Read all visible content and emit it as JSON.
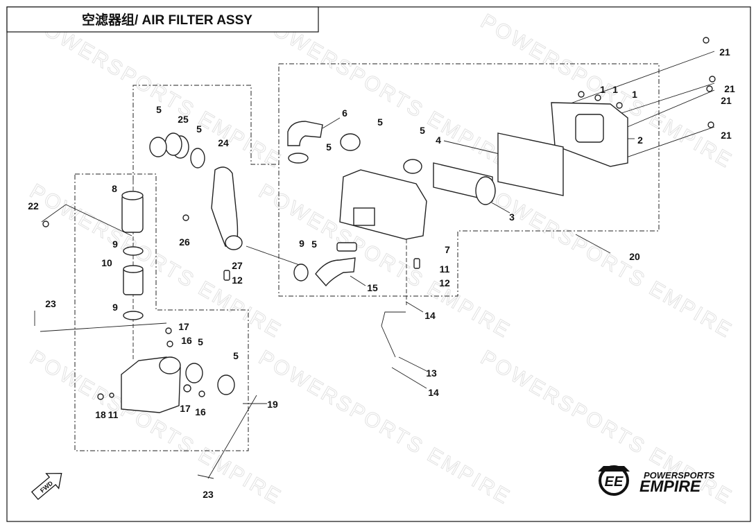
{
  "title": "空滤器组/ AIR FILTER ASSY",
  "watermark": "POWERSPORTS EMPIRE",
  "logo": {
    "line1": "POWERSPORTS",
    "line2": "EMPIRE"
  },
  "fwd_label": "FWD",
  "callouts": [
    "21",
    "1",
    "1",
    "1",
    "21",
    "21",
    "2",
    "21",
    "6",
    "5",
    "5",
    "25",
    "5",
    "5",
    "4",
    "5",
    "24",
    "8",
    "22",
    "26",
    "9",
    "10",
    "9",
    "5",
    "7",
    "27",
    "11",
    "12",
    "12",
    "15",
    "3",
    "20",
    "23",
    "9",
    "14",
    "17",
    "16",
    "5",
    "5",
    "13",
    "14",
    "19",
    "17",
    "16",
    "18",
    "11",
    "23"
  ]
}
